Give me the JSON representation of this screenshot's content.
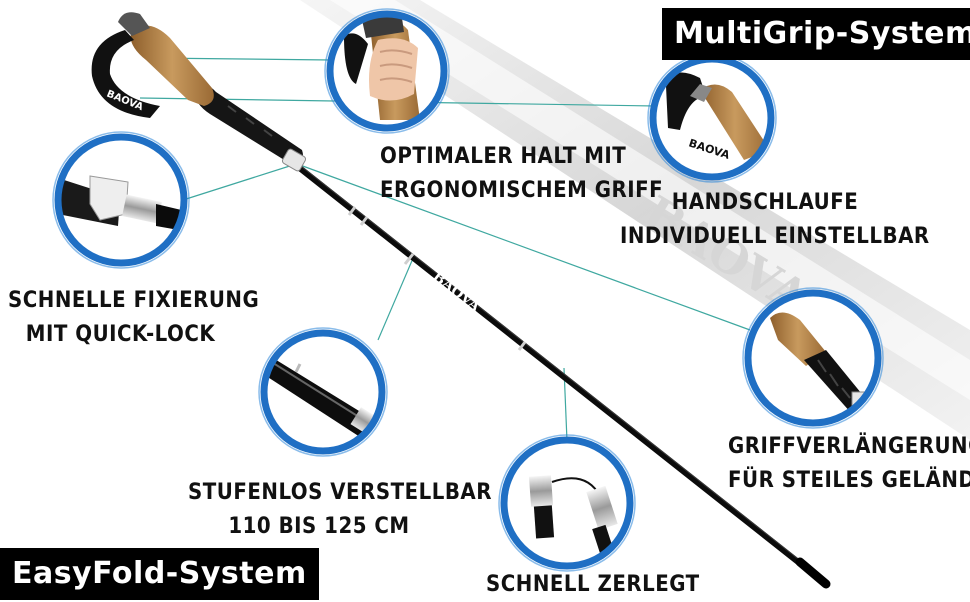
{
  "badges": {
    "multigrip": "MultiGrip-System",
    "easyfold": "EasyFold-System"
  },
  "labels": {
    "optimaler_halt": [
      "OPTIMALER HALT MIT",
      "ERGONOMISCHEM GRIFF"
    ],
    "handschlaufe": [
      "HANDSCHLAUFE",
      "INDIVIDUELL EINSTELLBAR"
    ],
    "schnelle_fixierung": [
      "SCHNELLE FIXIERUNG",
      "MIT QUICK-LOCK"
    ],
    "griffverlaengerung": [
      "GRIFFVERLÄNGERUNG",
      "FÜR STEILES GELÄNDE"
    ],
    "stufenlos": [
      "STUFENLOS VERSTELLBAR",
      "110 BIS 125 CM"
    ],
    "schnell_zerlegt": [
      "SCHNELL ZERLEGT"
    ]
  },
  "brand": "BAOVA",
  "colors": {
    "accent_blue": "#1f6fc4",
    "callout_line": "#3fa8a0",
    "cork": "#b8844a",
    "pole": "#111111",
    "badge_bg": "#000000",
    "badge_text": "#ffffff"
  }
}
